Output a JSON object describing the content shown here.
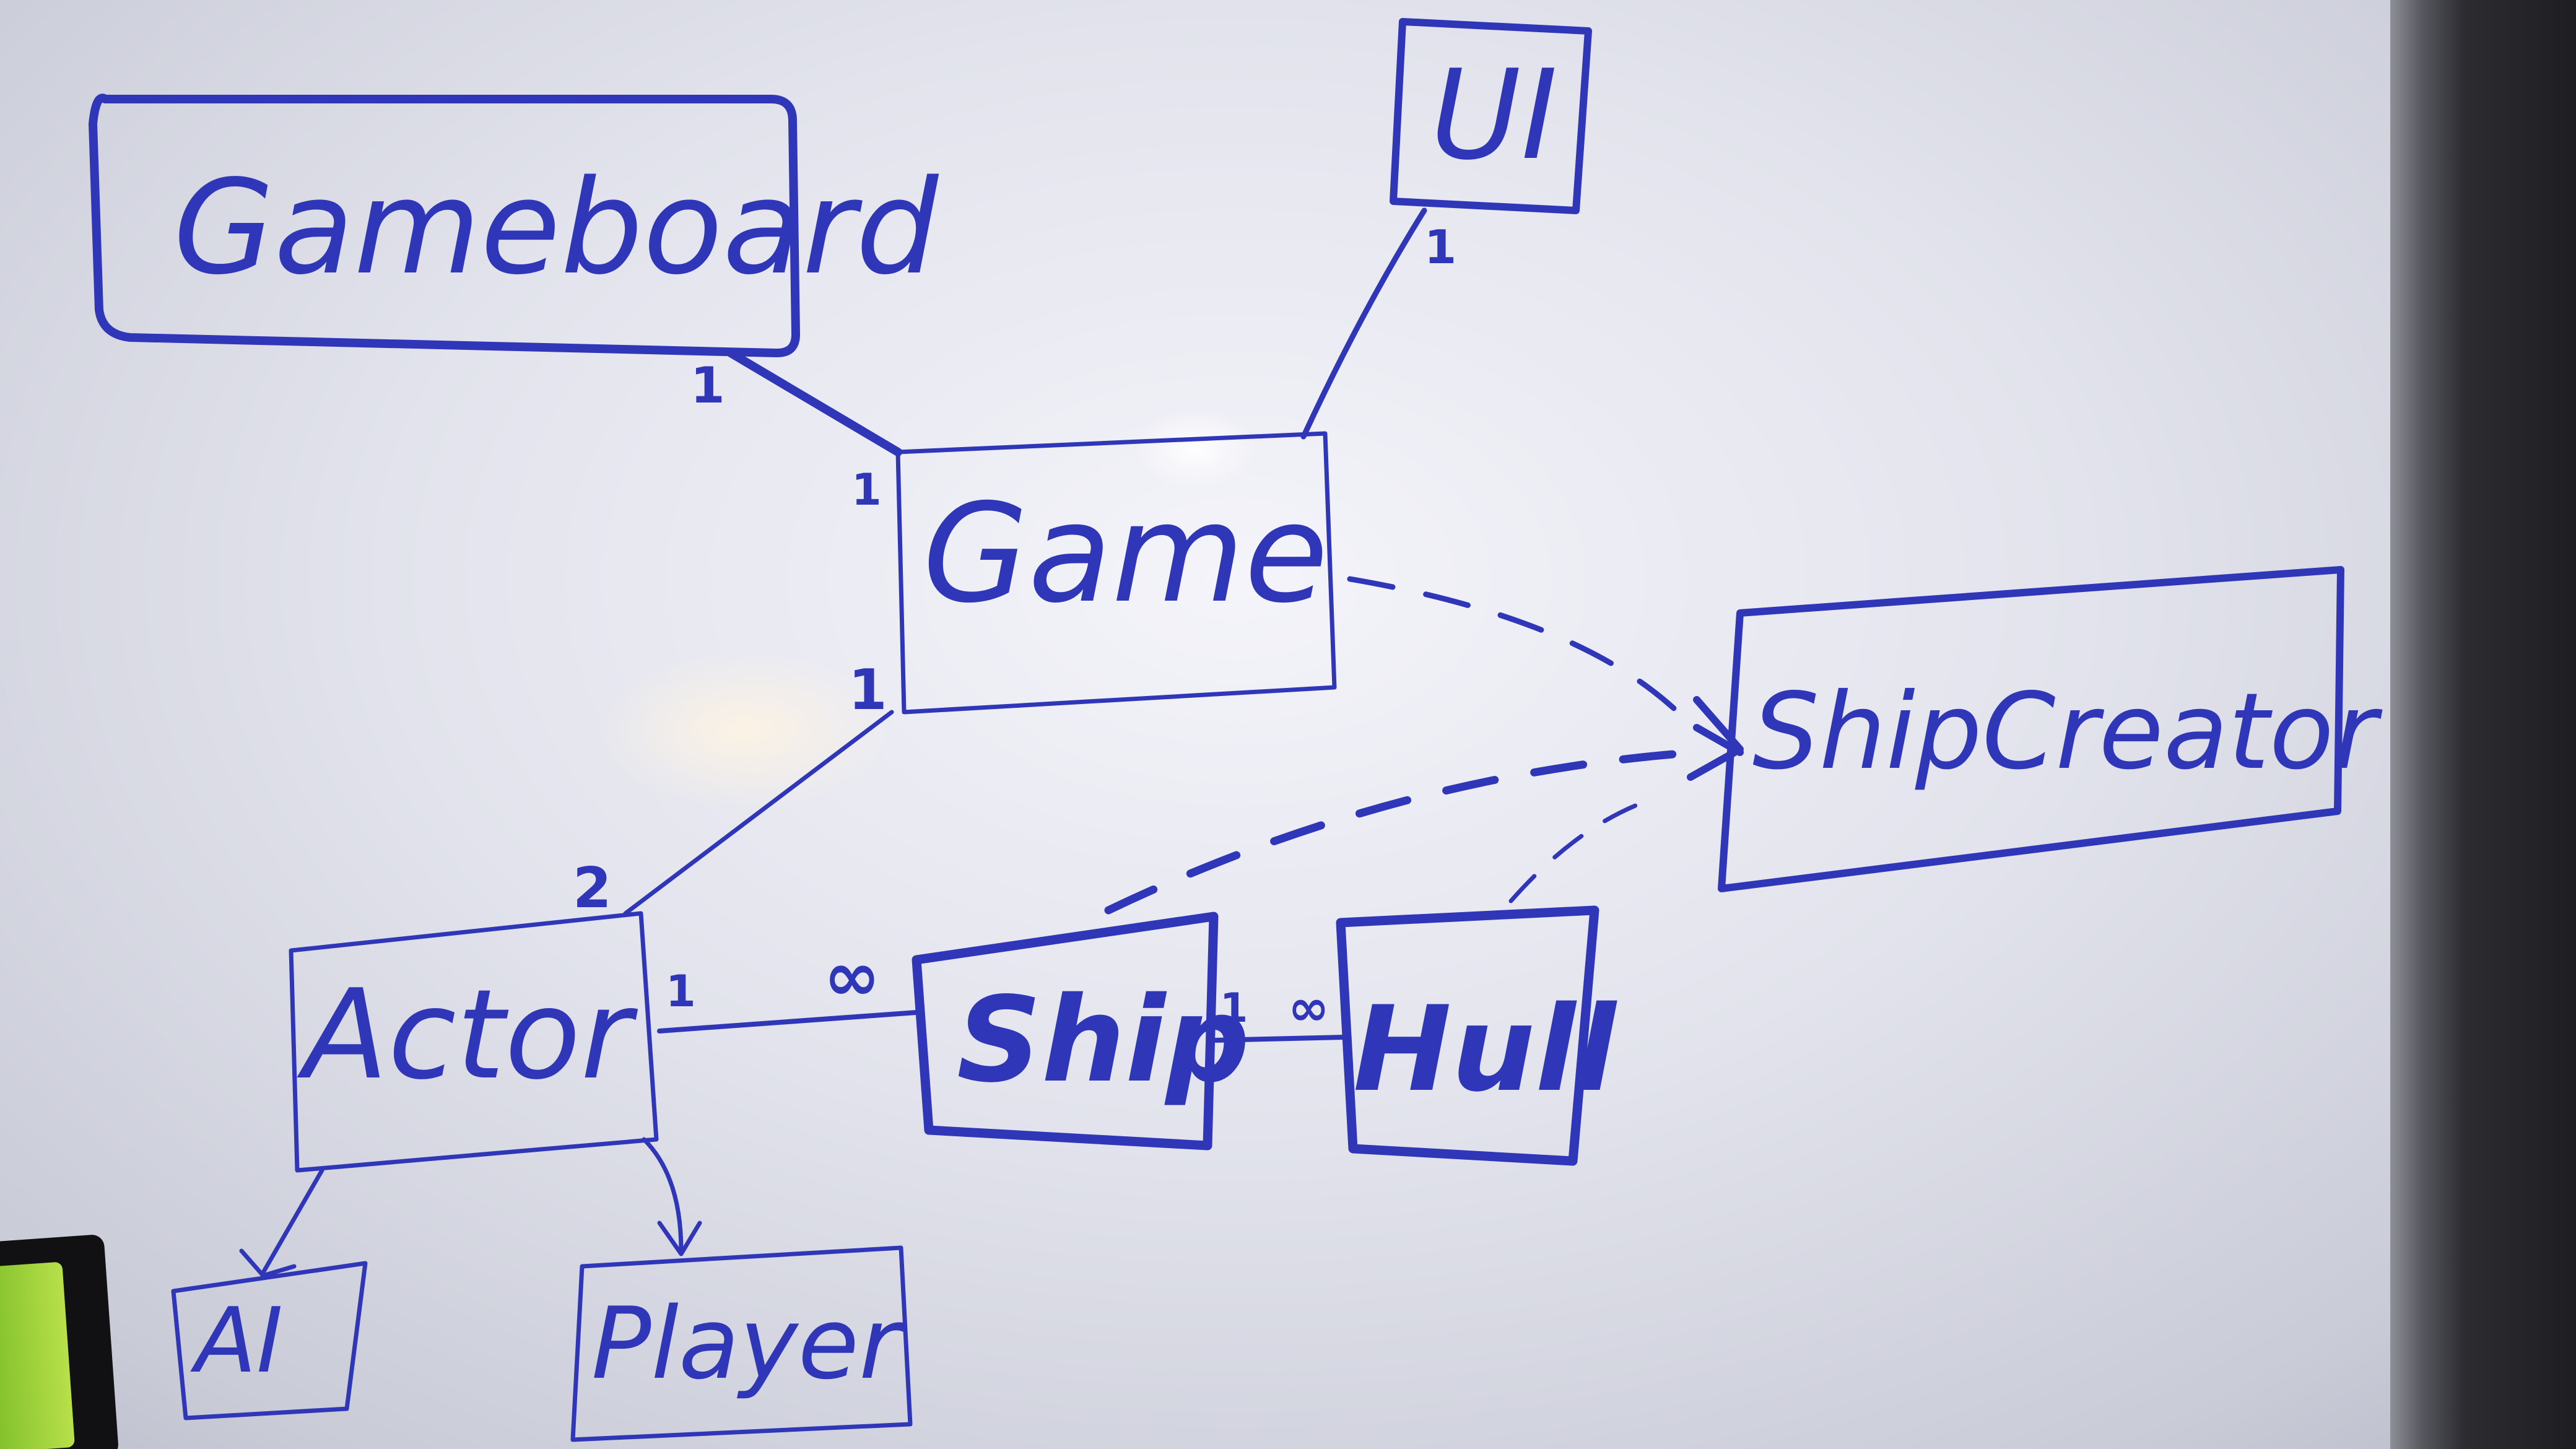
{
  "ink_color": "#2f36b8",
  "nodes": {
    "gameboard": "Gameboard",
    "ui": "UI",
    "game": "Game",
    "shipcreator": "ShipCreator",
    "actor": "Actor",
    "ship": "Ship",
    "hull": "Hull",
    "ai": "AI",
    "player": "Player"
  },
  "edges": [
    {
      "from": "gameboard",
      "to": "game",
      "type": "association",
      "from_multiplicity": "1",
      "to_multiplicity": "1"
    },
    {
      "from": "ui",
      "to": "game",
      "type": "association",
      "from_multiplicity": "1",
      "to_multiplicity": ""
    },
    {
      "from": "game",
      "to": "actor",
      "type": "association",
      "from_multiplicity": "1",
      "to_multiplicity": "2"
    },
    {
      "from": "actor",
      "to": "ship",
      "type": "association",
      "from_multiplicity": "1",
      "to_multiplicity": "∞"
    },
    {
      "from": "ship",
      "to": "hull",
      "type": "association",
      "from_multiplicity": "1",
      "to_multiplicity": "∞"
    },
    {
      "from": "game",
      "to": "shipcreator",
      "type": "dependency"
    },
    {
      "from": "ship",
      "to": "shipcreator",
      "type": "dependency"
    },
    {
      "from": "hull",
      "to": "shipcreator",
      "type": "dependency"
    },
    {
      "from": "actor",
      "to": "ai",
      "type": "arrow"
    },
    {
      "from": "actor",
      "to": "player",
      "type": "arrow"
    }
  ],
  "multiplicities": {
    "gameboard_game_top": "1",
    "gameboard_game_bottom": "1",
    "ui_game": "1",
    "game_actor_top": "1",
    "game_actor_bottom": "2",
    "actor_ship_left": "1",
    "actor_ship_right": "∞",
    "ship_hull_left": "1",
    "ship_hull_right": "∞"
  }
}
